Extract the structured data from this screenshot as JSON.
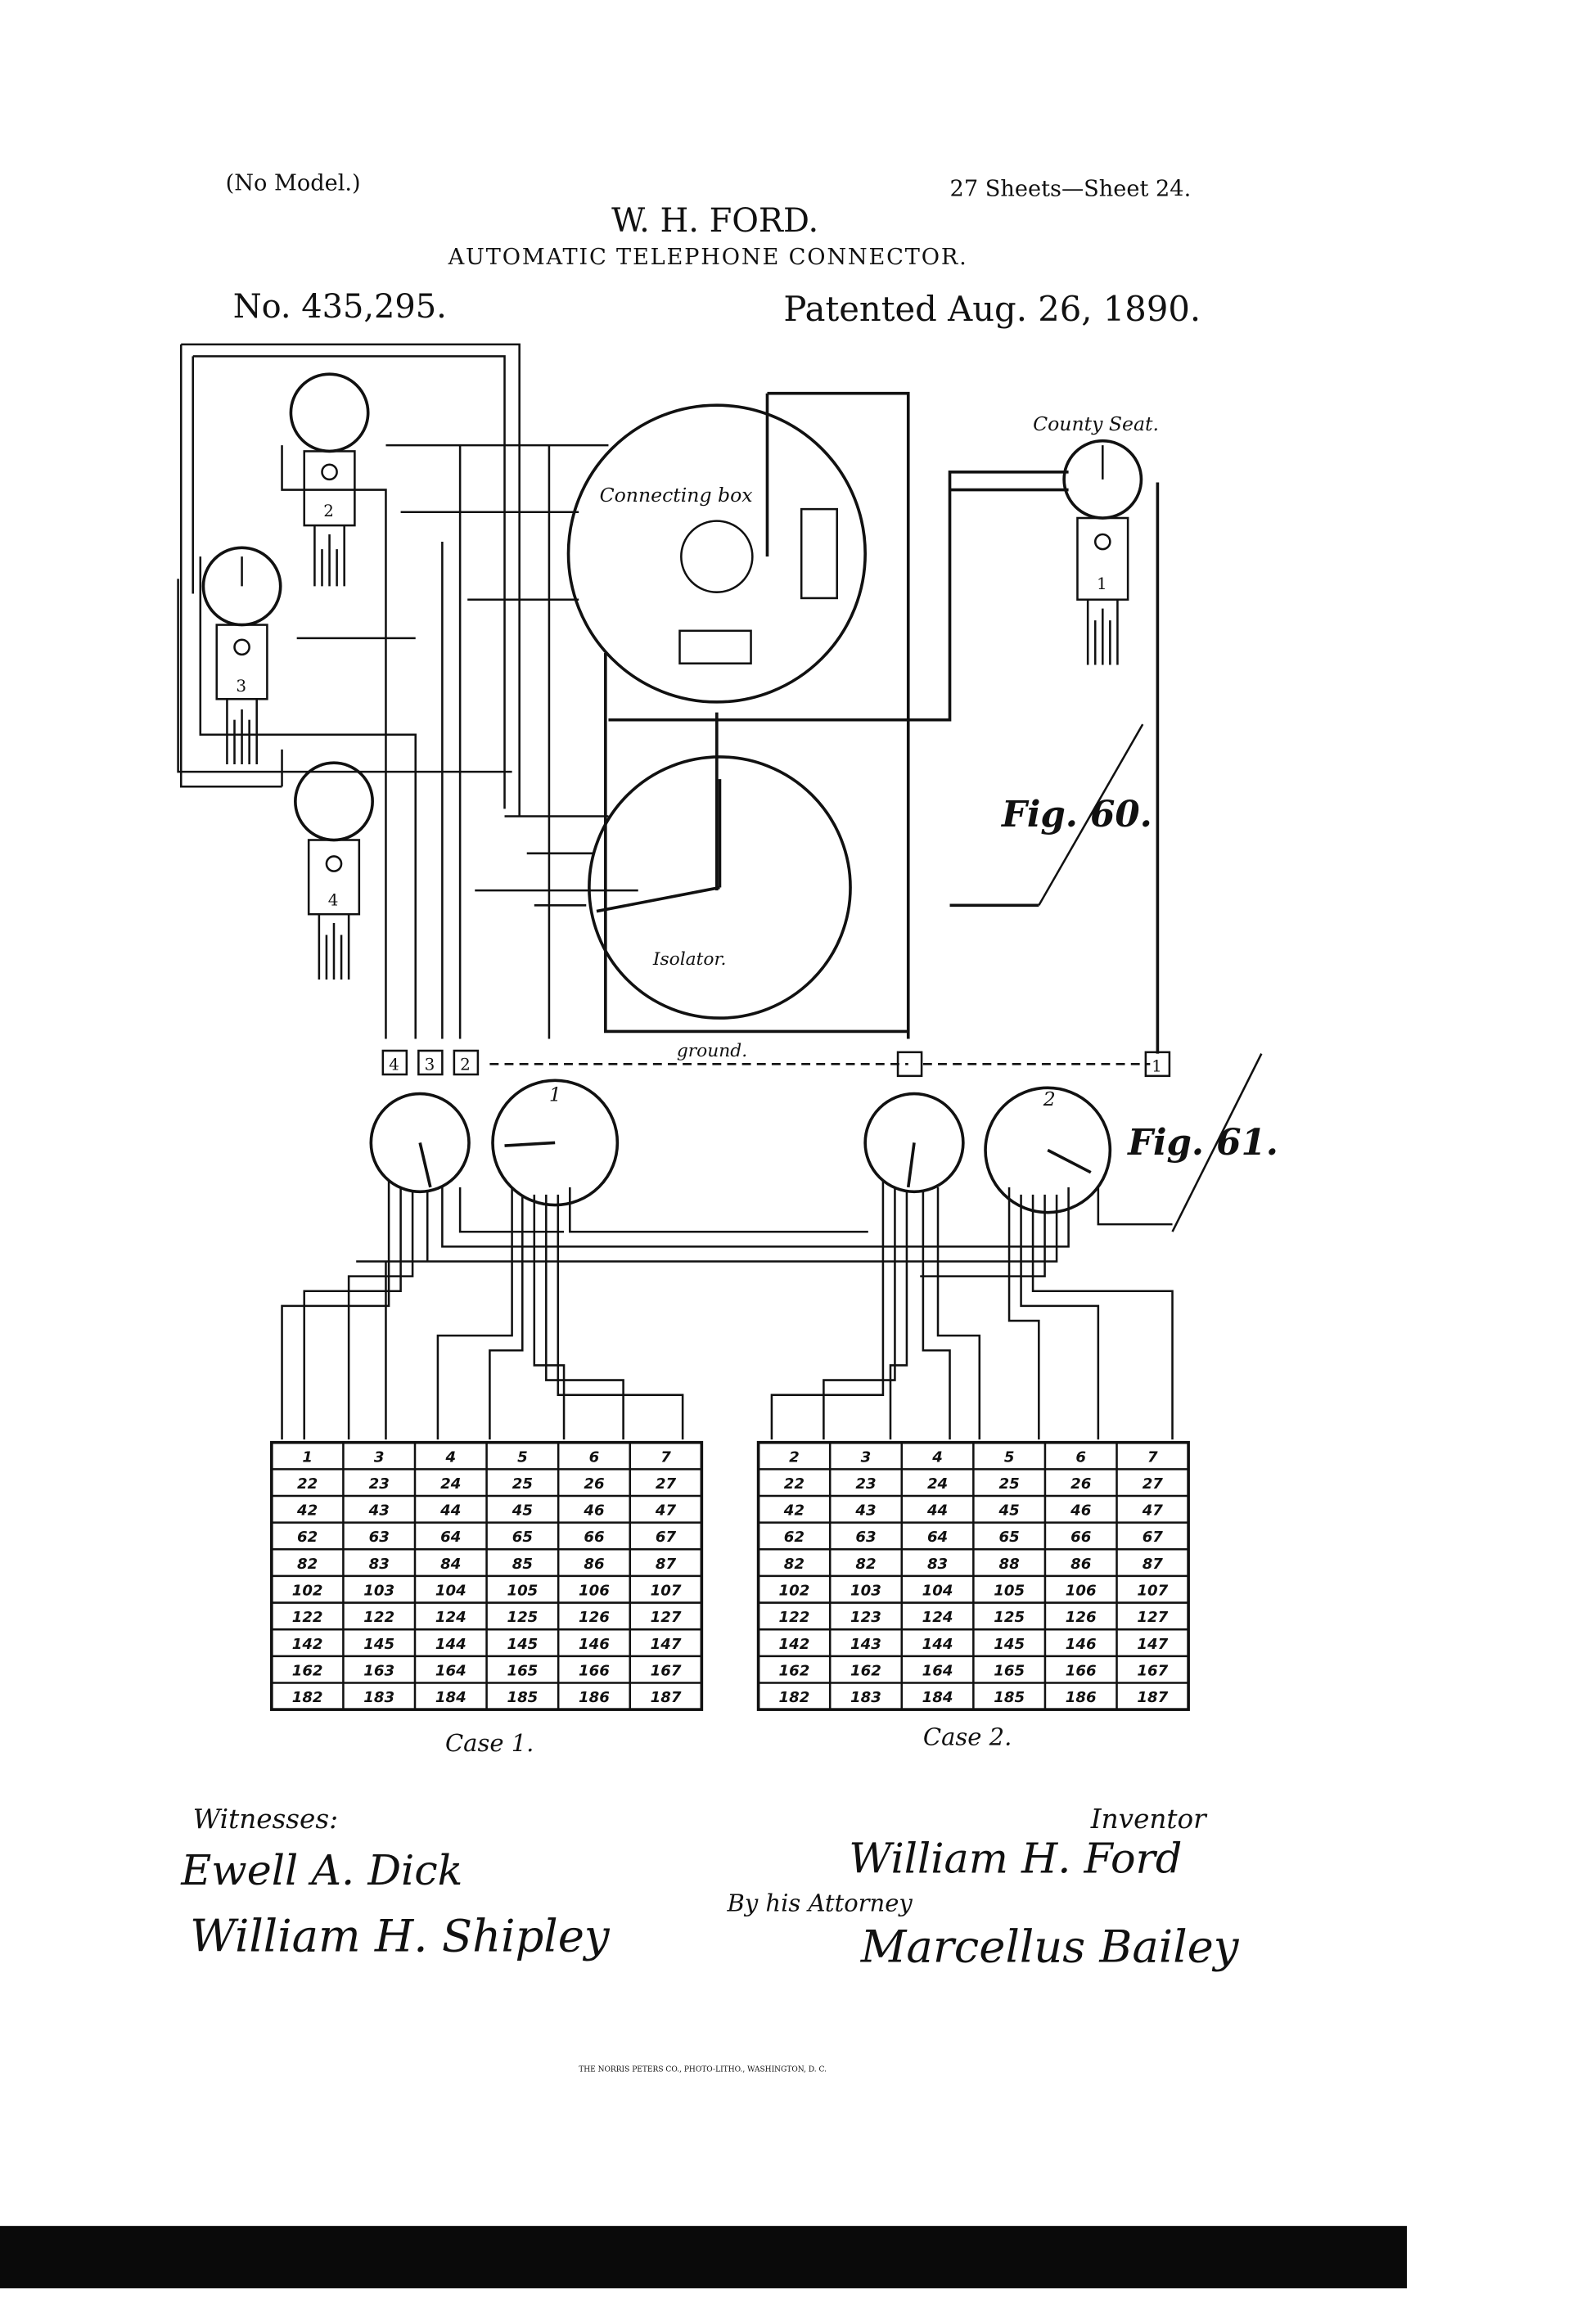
{
  "header": {
    "model_note": "(No Model.)",
    "sheets": "27 Sheets—Sheet 24.",
    "inventor_name": "W. H. FORD.",
    "title": "AUTOMATIC TELEPHONE CONNECTOR.",
    "patent_number": "No. 435,295.",
    "patent_date": "Patented Aug. 26, 1890."
  },
  "figure60": {
    "label": "Fig. 60.",
    "connecting_box": "Connecting box",
    "isolator": "Isolator.",
    "county_seat": "County Seat.",
    "ground": "ground.",
    "stations": [
      "1",
      "2",
      "3",
      "4"
    ],
    "terminals": [
      "4",
      "3",
      "2",
      "1"
    ]
  },
  "figure61": {
    "label": "Fig. 61.",
    "dial_labels": [
      "1",
      "2"
    ],
    "case1": {
      "caption": "Case 1.",
      "headers": [
        "1",
        "3",
        "4",
        "5",
        "6",
        "7"
      ],
      "rows": [
        [
          "22",
          "23",
          "24",
          "25",
          "26",
          "27"
        ],
        [
          "42",
          "43",
          "44",
          "45",
          "46",
          "47"
        ],
        [
          "62",
          "63",
          "64",
          "65",
          "66",
          "67"
        ],
        [
          "82",
          "83",
          "84",
          "85",
          "86",
          "87"
        ],
        [
          "102",
          "103",
          "104",
          "105",
          "106",
          "107"
        ],
        [
          "122",
          "122",
          "124",
          "125",
          "126",
          "127"
        ],
        [
          "142",
          "145",
          "144",
          "145",
          "146",
          "147"
        ],
        [
          "162",
          "163",
          "164",
          "165",
          "166",
          "167"
        ],
        [
          "182",
          "183",
          "184",
          "185",
          "186",
          "187"
        ]
      ]
    },
    "case2": {
      "caption": "Case 2.",
      "headers": [
        "2",
        "3",
        "4",
        "5",
        "6",
        "7"
      ],
      "rows": [
        [
          "22",
          "23",
          "24",
          "25",
          "26",
          "27"
        ],
        [
          "42",
          "43",
          "44",
          "45",
          "46",
          "47"
        ],
        [
          "62",
          "63",
          "64",
          "65",
          "66",
          "67"
        ],
        [
          "82",
          "82",
          "83",
          "88",
          "86",
          "87"
        ],
        [
          "102",
          "103",
          "104",
          "105",
          "106",
          "107"
        ],
        [
          "122",
          "123",
          "124",
          "125",
          "126",
          "127"
        ],
        [
          "142",
          "143",
          "144",
          "145",
          "146",
          "147"
        ],
        [
          "162",
          "162",
          "164",
          "165",
          "166",
          "167"
        ],
        [
          "182",
          "183",
          "184",
          "185",
          "186",
          "187"
        ]
      ]
    }
  },
  "signatures": {
    "witnesses_label": "Witnesses:",
    "witness1": "Ewell A. Dick",
    "witness2": "William H. Shipley",
    "inventor_label": "Inventor",
    "inventor": "William H. Ford",
    "attorney_label": "By his Attorney",
    "attorney": "Marcellus Bailey"
  },
  "footer": {
    "printer": "THE NORRIS PETERS CO., PHOTO-LITHO., WASHINGTON, D. C."
  }
}
